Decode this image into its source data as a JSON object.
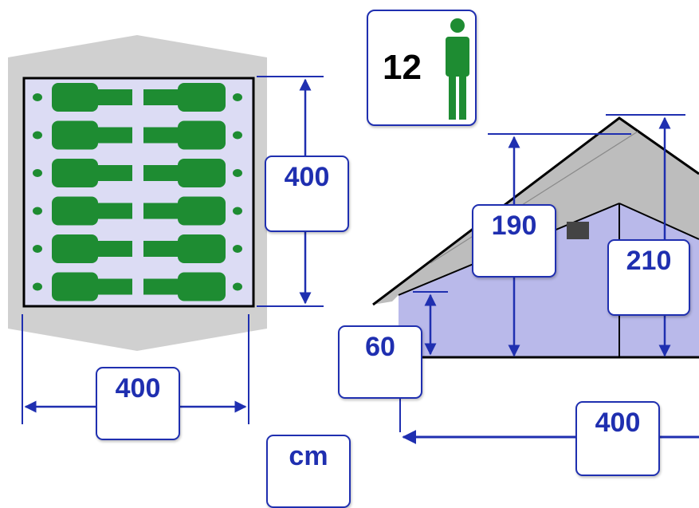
{
  "capacity": {
    "count": "12",
    "icon": "person-icon"
  },
  "labels": {
    "plan_width": "400",
    "plan_depth": "400",
    "ridge_height": "190",
    "total_height": "210",
    "wall_height": "60",
    "elevation_width": "400",
    "unit": "cm"
  },
  "plan": {
    "sleeping_places": 12,
    "rows": 6,
    "columns": 2
  },
  "colors": {
    "dimension": "#1f2fb0",
    "sleeper": "#1e8c32",
    "floor": "#dcdcf4",
    "roof": "#bdbdbd",
    "wall": "#b9b9ea",
    "footprint": "#d0d0d0"
  }
}
